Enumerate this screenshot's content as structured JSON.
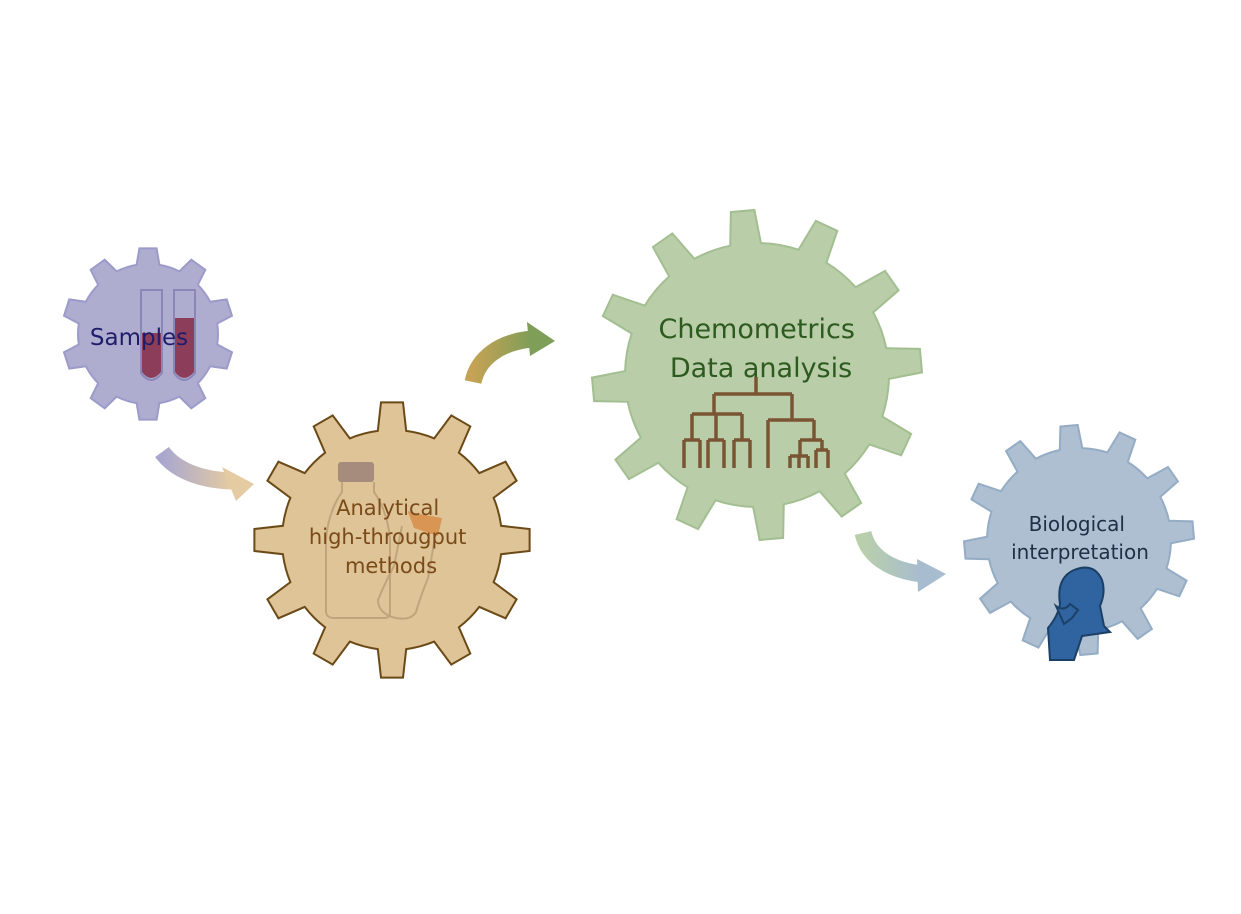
{
  "stages": [
    {
      "id": "samples",
      "lines": [
        "Samples"
      ],
      "text_color": "#1f1c6b",
      "fill": "#aeadd0",
      "stroke": "#9b9bc9"
    },
    {
      "id": "analytical",
      "lines": [
        "Analytical",
        "high-througput",
        "methods"
      ],
      "text_color": "#7a4a18",
      "fill": "#dfc497",
      "stroke": "#6b4a17"
    },
    {
      "id": "chemometrics",
      "lines": [
        "Chemometrics",
        "Data analysis"
      ],
      "text_color": "#2d5a1e",
      "fill": "#b8cda8",
      "stroke": "#a3bf92"
    },
    {
      "id": "biological",
      "lines": [
        "Biological",
        "interpretation"
      ],
      "text_color": "#1f2f44",
      "fill": "#adbfd1",
      "stroke": "#95acc5"
    }
  ],
  "colors": {
    "tube_liquid": "#8b3d5a",
    "dendrogram": "#7a5533",
    "head": "#2f64a0",
    "bottle_cap": "#a58c7d",
    "bottle_cap_orange": "#d99554",
    "arrow_1": [
      "#a9a7cf",
      "#e4cba2"
    ],
    "arrow_2": [
      "#c5a254",
      "#7f9e58"
    ],
    "arrow_3": [
      "#b9cfab",
      "#a7bccf"
    ]
  },
  "icons": [
    "test-tubes-icon",
    "bottles-icon",
    "dendrogram-icon",
    "thinking-head-icon"
  ]
}
